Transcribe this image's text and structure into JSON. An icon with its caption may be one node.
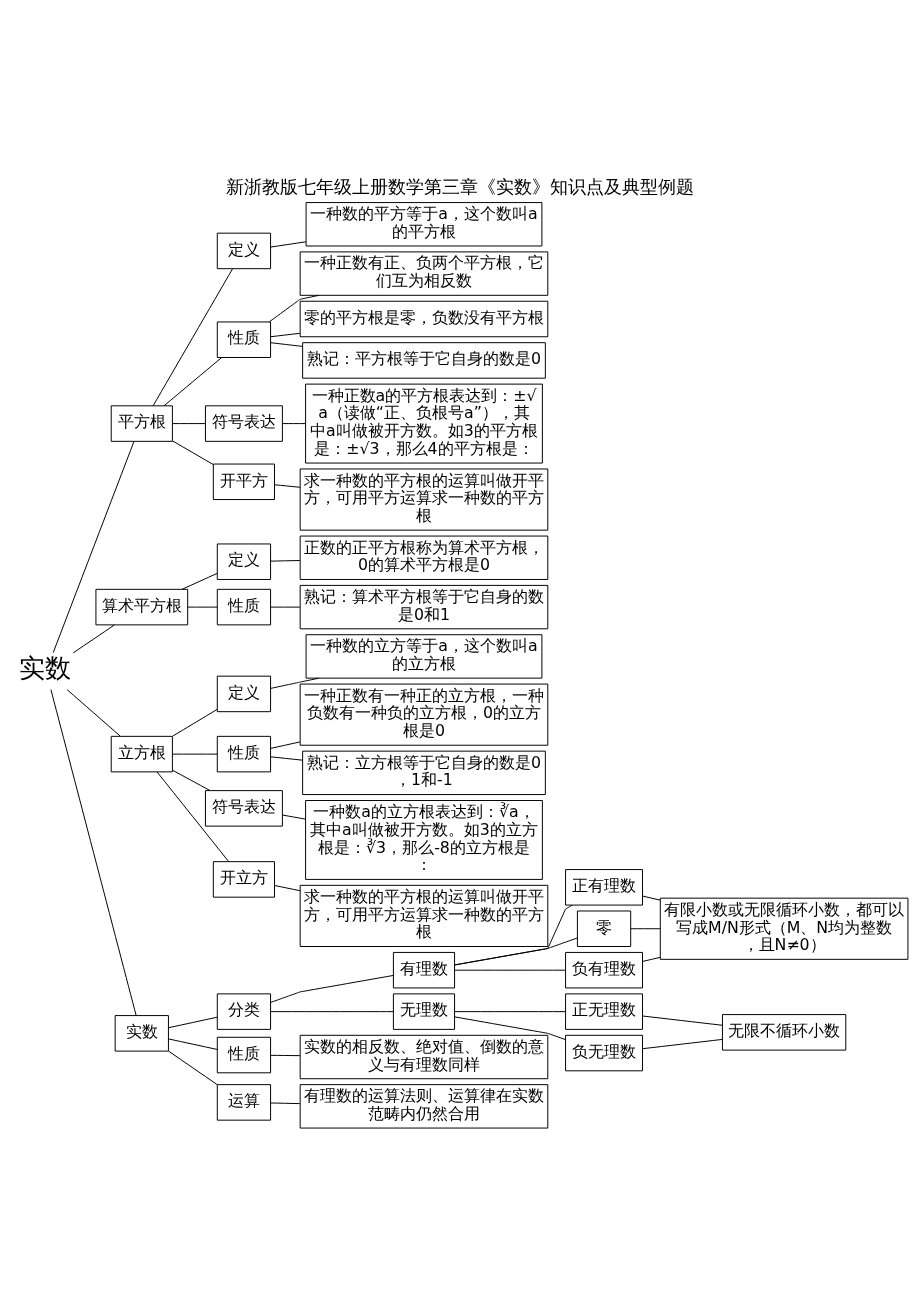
{
  "diagram": {
    "title": "新浙教版七年级上册数学第三章《实数》知识点及典型例题",
    "nodes": [
      {
        "text": [
          "实数"
        ]
      },
      {
        "text": [
          "平方根"
        ]
      },
      {
        "text": [
          "定义"
        ]
      },
      {
        "text": [
          "一种数的平方等于a，这个数叫a的平方根"
        ]
      },
      {
        "text": [
          "性质"
        ]
      },
      {
        "text": [
          "一种正数有正、负两个平方根，它们互为相反数"
        ]
      },
      {
        "text": [
          "零的平方根是零，负数没有平方根"
        ]
      },
      {
        "text": [
          "熟记：平方根等于它自身的数是0"
        ]
      },
      {
        "text": [
          "符号表达"
        ]
      },
      {
        "text": [
          "一种正数a的平方根表达到：±√a（读做“正、负根号a”），其中a叫做被开方数。如3的平方根是：±√3，那么4的平方根是："
        ]
      },
      {
        "text": [
          "开平方"
        ]
      },
      {
        "text": [
          "求一种数的平方根的运算叫做开平方，可用平方运算求一种数的平方根"
        ]
      },
      {
        "text": [
          "算术平方根"
        ]
      },
      {
        "text": [
          "定义"
        ]
      },
      {
        "text": [
          "正数的正平方根称为算术平方根，0的算术平方根是0"
        ]
      },
      {
        "text": [
          "性质"
        ]
      },
      {
        "text": [
          "熟记：算术平方根等于它自身的数是0和1"
        ]
      },
      {
        "text": [
          "立方根"
        ]
      },
      {
        "text": [
          "定义"
        ]
      },
      {
        "text": [
          "一种数的立方等于a，这个数叫a的立方根"
        ]
      },
      {
        "text": [
          "性质"
        ]
      },
      {
        "text": [
          "一种正数有一种正的立方根，一种负数有一种负的立方根，0的立方根是0"
        ]
      },
      {
        "text": [
          "熟记：立方根等于它自身的数是0，1和-1"
        ]
      },
      {
        "text": [
          "符号表达"
        ]
      },
      {
        "text": [
          "一种数a的立方根表达到：∛a，其中a叫做被开方数。如3的立方根是：∛3，那么-8的立方根是："
        ]
      },
      {
        "text": [
          "开立方"
        ]
      },
      {
        "text": [
          "求一种数的平方根的运算叫做开平方，可用平方运算求一种数的平方根"
        ]
      },
      {
        "text": [
          "实数"
        ]
      },
      {
        "text": [
          "分类"
        ]
      },
      {
        "text": [
          "有理数"
        ]
      },
      {
        "text": [
          "正有理数"
        ]
      },
      {
        "text": [
          "零"
        ]
      },
      {
        "text": [
          "负有理数"
        ]
      },
      {
        "text": [
          "有限小数或无限循环小数，都可以写成M/N形式（M、N均为整数，且N≠0）"
        ]
      },
      {
        "text": [
          "无理数"
        ]
      },
      {
        "text": [
          "正无理数"
        ]
      },
      {
        "text": [
          "负无理数"
        ]
      },
      {
        "text": [
          "无限不循环小数"
        ]
      },
      {
        "text": [
          "性质"
        ]
      },
      {
        "text": [
          "实数的相反数、绝对值、倒数的意义与有理数同样"
        ]
      },
      {
        "text": [
          "运算"
        ]
      },
      {
        "text": [
          "有理数的运算法则、运算律在实数范畴内仍然合用"
        ]
      }
    ],
    "edges": [
      {
        "from": 0,
        "to": 1,
        "arrow": "none"
      },
      {
        "from": 0,
        "to": 12,
        "arrow": "none"
      },
      {
        "from": 0,
        "to": 17,
        "arrow": "none"
      },
      {
        "from": 0,
        "to": 27,
        "arrow": "none"
      },
      {
        "from": 1,
        "to": 2,
        "arrow": "none"
      },
      {
        "from": 1,
        "to": 4,
        "arrow": "none"
      },
      {
        "from": 1,
        "to": 8,
        "arrow": "none"
      },
      {
        "from": 1,
        "to": 10,
        "arrow": "none"
      },
      {
        "from": 2,
        "to": 3,
        "arrow": "none"
      },
      {
        "from": 4,
        "to": 5,
        "arrow": "none"
      },
      {
        "from": 4,
        "to": 6,
        "arrow": "none"
      },
      {
        "from": 4,
        "to": 7,
        "arrow": "none"
      },
      {
        "from": 8,
        "to": 9,
        "arrow": "none"
      },
      {
        "from": 10,
        "to": 11,
        "arrow": "none"
      },
      {
        "from": 12,
        "to": 13,
        "arrow": "none"
      },
      {
        "from": 12,
        "to": 15,
        "arrow": "none"
      },
      {
        "from": 13,
        "to": 14,
        "arrow": "none"
      },
      {
        "from": 15,
        "to": 16,
        "arrow": "none"
      },
      {
        "from": 17,
        "to": 18,
        "arrow": "none"
      },
      {
        "from": 17,
        "to": 20,
        "arrow": "none"
      },
      {
        "from": 17,
        "to": 23,
        "arrow": "none"
      },
      {
        "from": 17,
        "to": 25,
        "arrow": "none"
      },
      {
        "from": 18,
        "to": 19,
        "arrow": "none"
      },
      {
        "from": 20,
        "to": 21,
        "arrow": "none"
      },
      {
        "from": 20,
        "to": 22,
        "arrow": "none"
      },
      {
        "from": 23,
        "to": 24,
        "arrow": "none"
      },
      {
        "from": 25,
        "to": 26,
        "arrow": "none"
      },
      {
        "from": 27,
        "to": 28,
        "arrow": "none"
      },
      {
        "from": 27,
        "to": 38,
        "arrow": "none"
      },
      {
        "from": 27,
        "to": 40,
        "arrow": "none"
      },
      {
        "from": 28,
        "to": 29,
        "arrow": "none"
      },
      {
        "from": 28,
        "to": 34,
        "arrow": "none"
      },
      {
        "from": 29,
        "to": 30,
        "arrow": "none"
      },
      {
        "from": 29,
        "to": 31,
        "arrow": "none"
      },
      {
        "from": 29,
        "to": 32,
        "arrow": "none"
      },
      {
        "from": 30,
        "to": 33,
        "arrow": "none"
      },
      {
        "from": 31,
        "to": 33,
        "arrow": "none"
      },
      {
        "from": 32,
        "to": 33,
        "arrow": "none"
      },
      {
        "from": 34,
        "to": 35,
        "arrow": "none"
      },
      {
        "from": 34,
        "to": 36,
        "arrow": "none"
      },
      {
        "from": 35,
        "to": 37,
        "arrow": "none"
      },
      {
        "from": 36,
        "to": 37,
        "arrow": "none"
      },
      {
        "from": 38,
        "to": 39,
        "arrow": "none"
      },
      {
        "from": 40,
        "to": 41,
        "arrow": "none"
      }
    ]
  }
}
